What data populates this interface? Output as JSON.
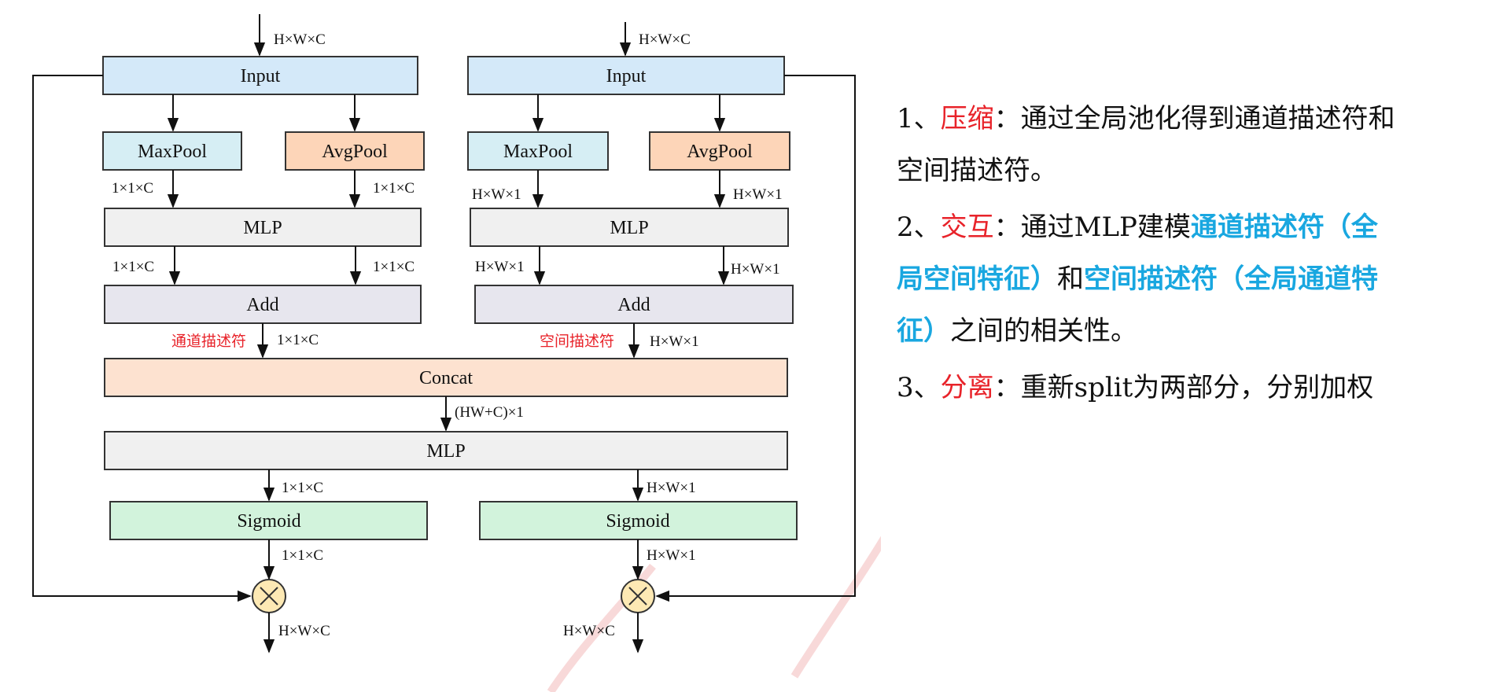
{
  "input_dim": "H×W×C",
  "boxes": {
    "input": "Input",
    "maxpool": "MaxPool",
    "avgpool": "AvgPool",
    "mlp": "MLP",
    "add": "Add",
    "concat": "Concat",
    "sigmoid": "Sigmoid"
  },
  "dims": {
    "channel": "1×1×C",
    "spatial": "H×W×1",
    "concat_out": "(HW+C)×1",
    "output": "H×W×C"
  },
  "descriptors": {
    "channel": "通道描述符",
    "spatial": "空间描述符"
  },
  "explanation": {
    "step1": {
      "num": "1、",
      "keyword": "压缩",
      "colon": "：",
      "text": "通过全局池化得到通道描述符和空间描述符。"
    },
    "step2": {
      "num": "2、",
      "keyword": "交互",
      "colon": "：",
      "text_a": "通过MLP建模",
      "hl_a": "通道描述符（全局空间特征）",
      "text_b": "和",
      "hl_b": "空间描述符（全局通道特征）",
      "text_c": "之间的相关性。"
    },
    "step3": {
      "num": "3、",
      "keyword": "分离",
      "colon": "：",
      "text": "重新split为两部分，分别加权"
    }
  },
  "colors": {
    "input_fill": "#d4e9f9",
    "maxpool_fill": "#d6eef4",
    "avgpool_fill": "#fdd5b8",
    "mlp_fill": "#f0f0f0",
    "add_fill": "#e7e6ee",
    "concat_fill": "#fde2d0",
    "sigmoid_fill": "#d2f3dc",
    "multiply_fill": "#fde9b4",
    "keyword_red": "#e8232a",
    "highlight_blue": "#19a7e0"
  }
}
